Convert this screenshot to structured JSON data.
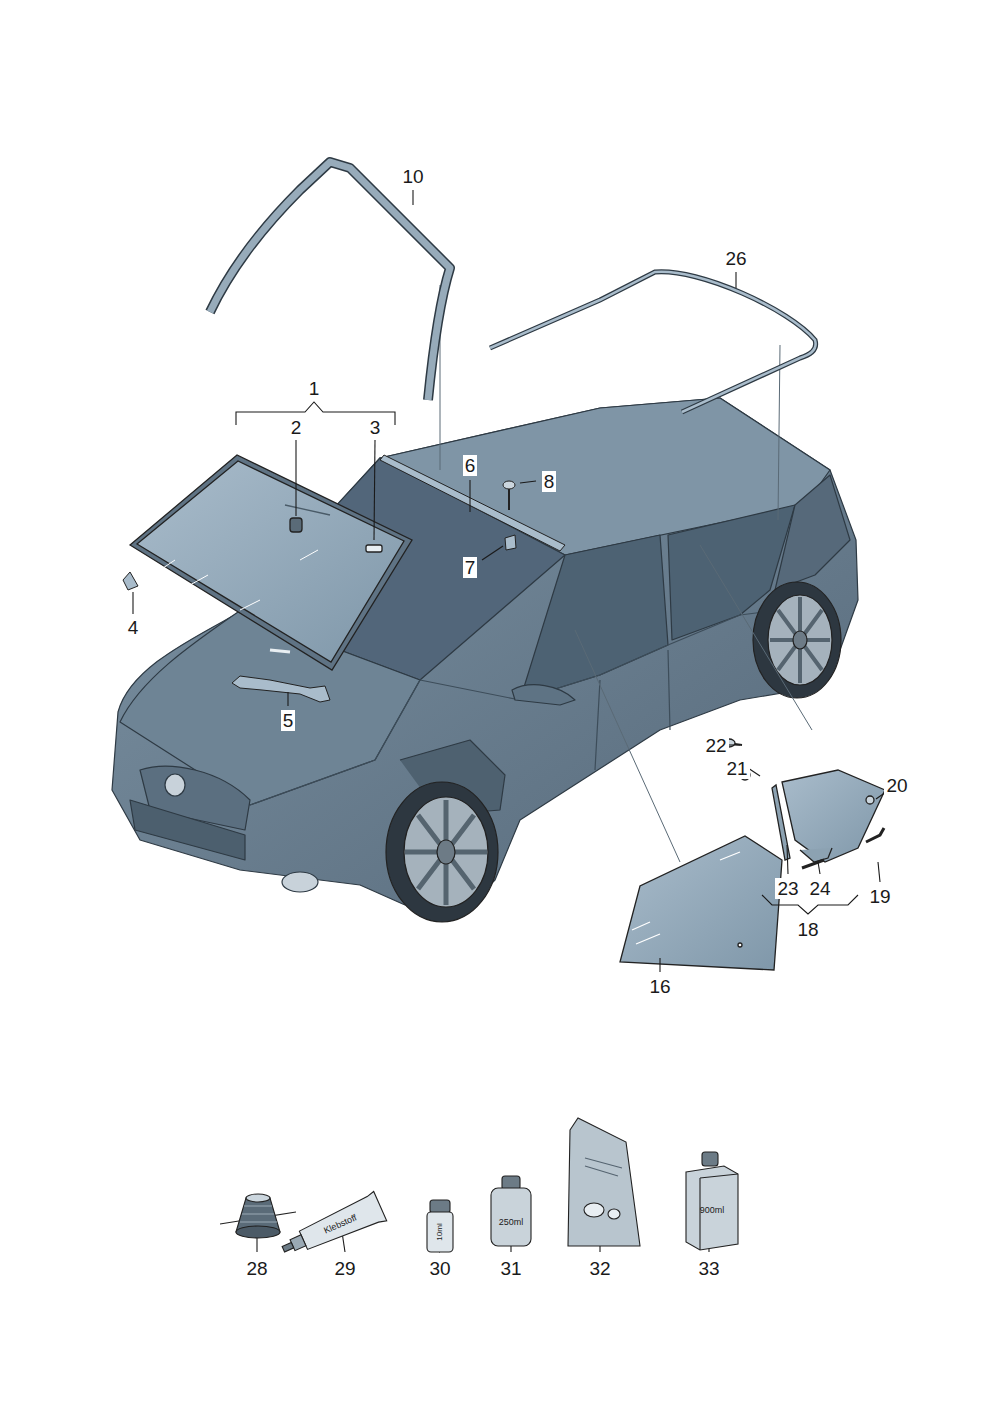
{
  "diagram": {
    "labels": [
      "10",
      "26",
      "1",
      "2",
      "3",
      "6",
      "8",
      "7",
      "4",
      "5",
      "22",
      "21",
      "20",
      "19",
      "23",
      "24",
      "18",
      "16",
      "28",
      "29",
      "30",
      "31",
      "32",
      "33",
      "Klebstoff",
      "10ml",
      "250ml",
      "900ml"
    ]
  }
}
